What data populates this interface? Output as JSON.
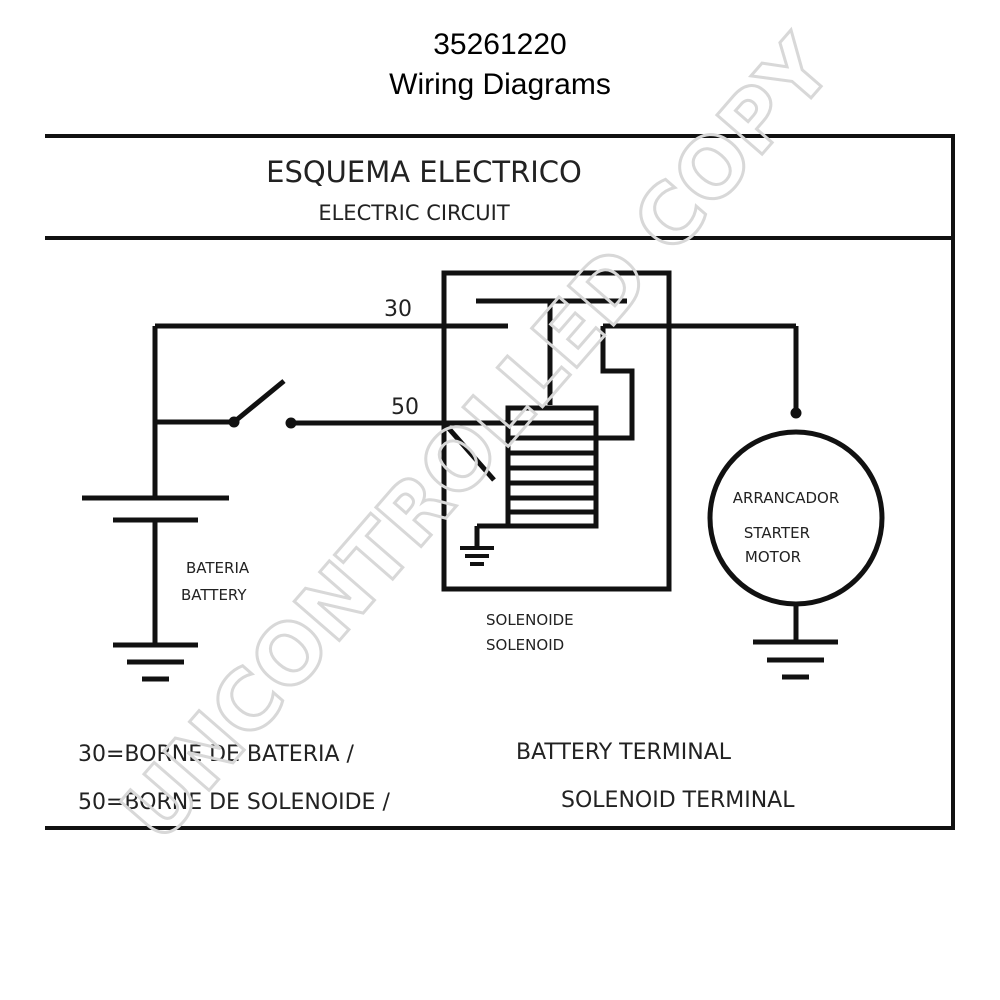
{
  "header": {
    "part_number": "35261220",
    "title": "Wiring Diagrams"
  },
  "diagram": {
    "heading_es": "ESQUEMA ELECTRICO",
    "heading_en": "ELECTRIC CIRCUIT",
    "terminal_30": "30",
    "terminal_50": "50",
    "battery_es": "BATERIA",
    "battery_en": "BATTERY",
    "solenoid_es": "SOLENOIDE",
    "solenoid_en": "SOLENOID",
    "starter_es": "ARRANCADOR",
    "starter_en_1": "STARTER",
    "starter_en_2": "MOTOR"
  },
  "legend": {
    "line1_es": "30=BORNE DE BATERIA /",
    "line1_en": "BATTERY TERMINAL",
    "line2_es": "50=BORNE DE SOLENOIDE /",
    "line2_en": "SOLENOID TERMINAL"
  },
  "watermark": "UNCONTROLLED COPY",
  "colors": {
    "line": "#111111",
    "watermark": "#d8d8d8"
  }
}
